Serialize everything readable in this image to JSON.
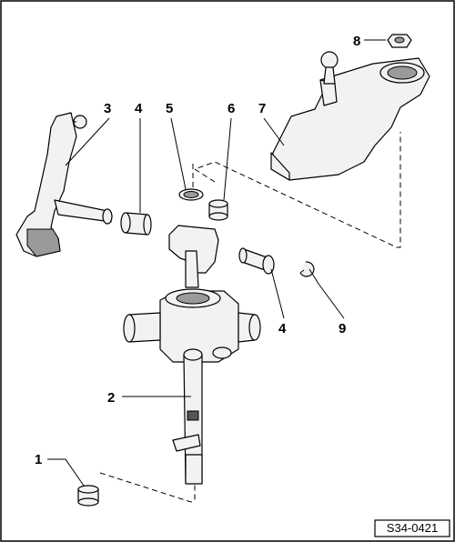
{
  "diagram": {
    "part_labels": [
      "1",
      "2",
      "3",
      "4",
      "5",
      "6",
      "7",
      "8",
      "4",
      "9"
    ],
    "reference": "S34-0421"
  }
}
